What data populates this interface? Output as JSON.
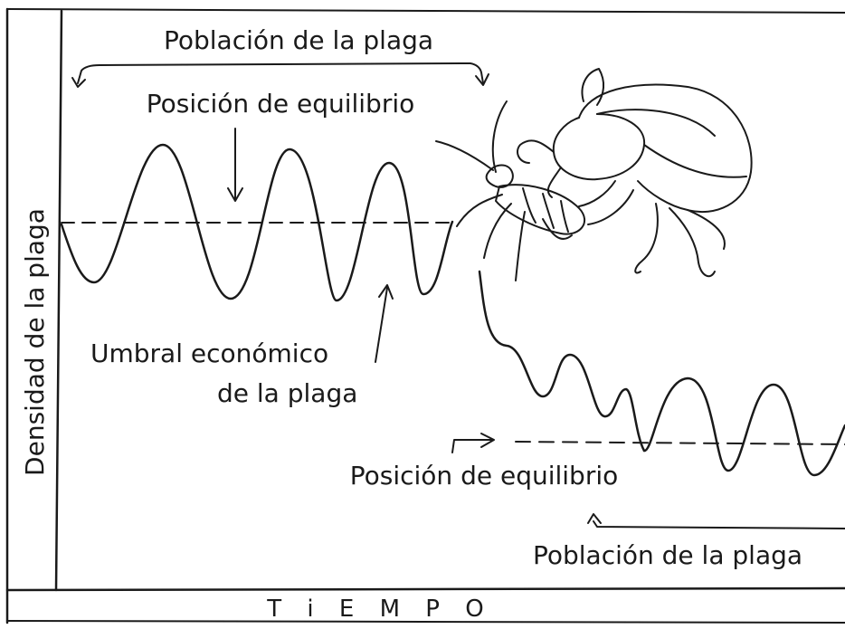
{
  "diagram": {
    "y_axis_label": "Densidad de la plaga",
    "x_axis_label": "T i E M P O",
    "top_bracket_label": "Población de la plaga",
    "top_equilibrium_label": "Posición de equilibrio",
    "threshold_label_line1": "Umbral económico",
    "threshold_label_line2": "de la plaga",
    "bottom_equilibrium_label": "Posición de equilibrio",
    "bottom_bracket_label": "Población de la plaga",
    "illustration": "predator-beetle-eating-pest-insect",
    "ink_color": "#1a1a1a"
  }
}
